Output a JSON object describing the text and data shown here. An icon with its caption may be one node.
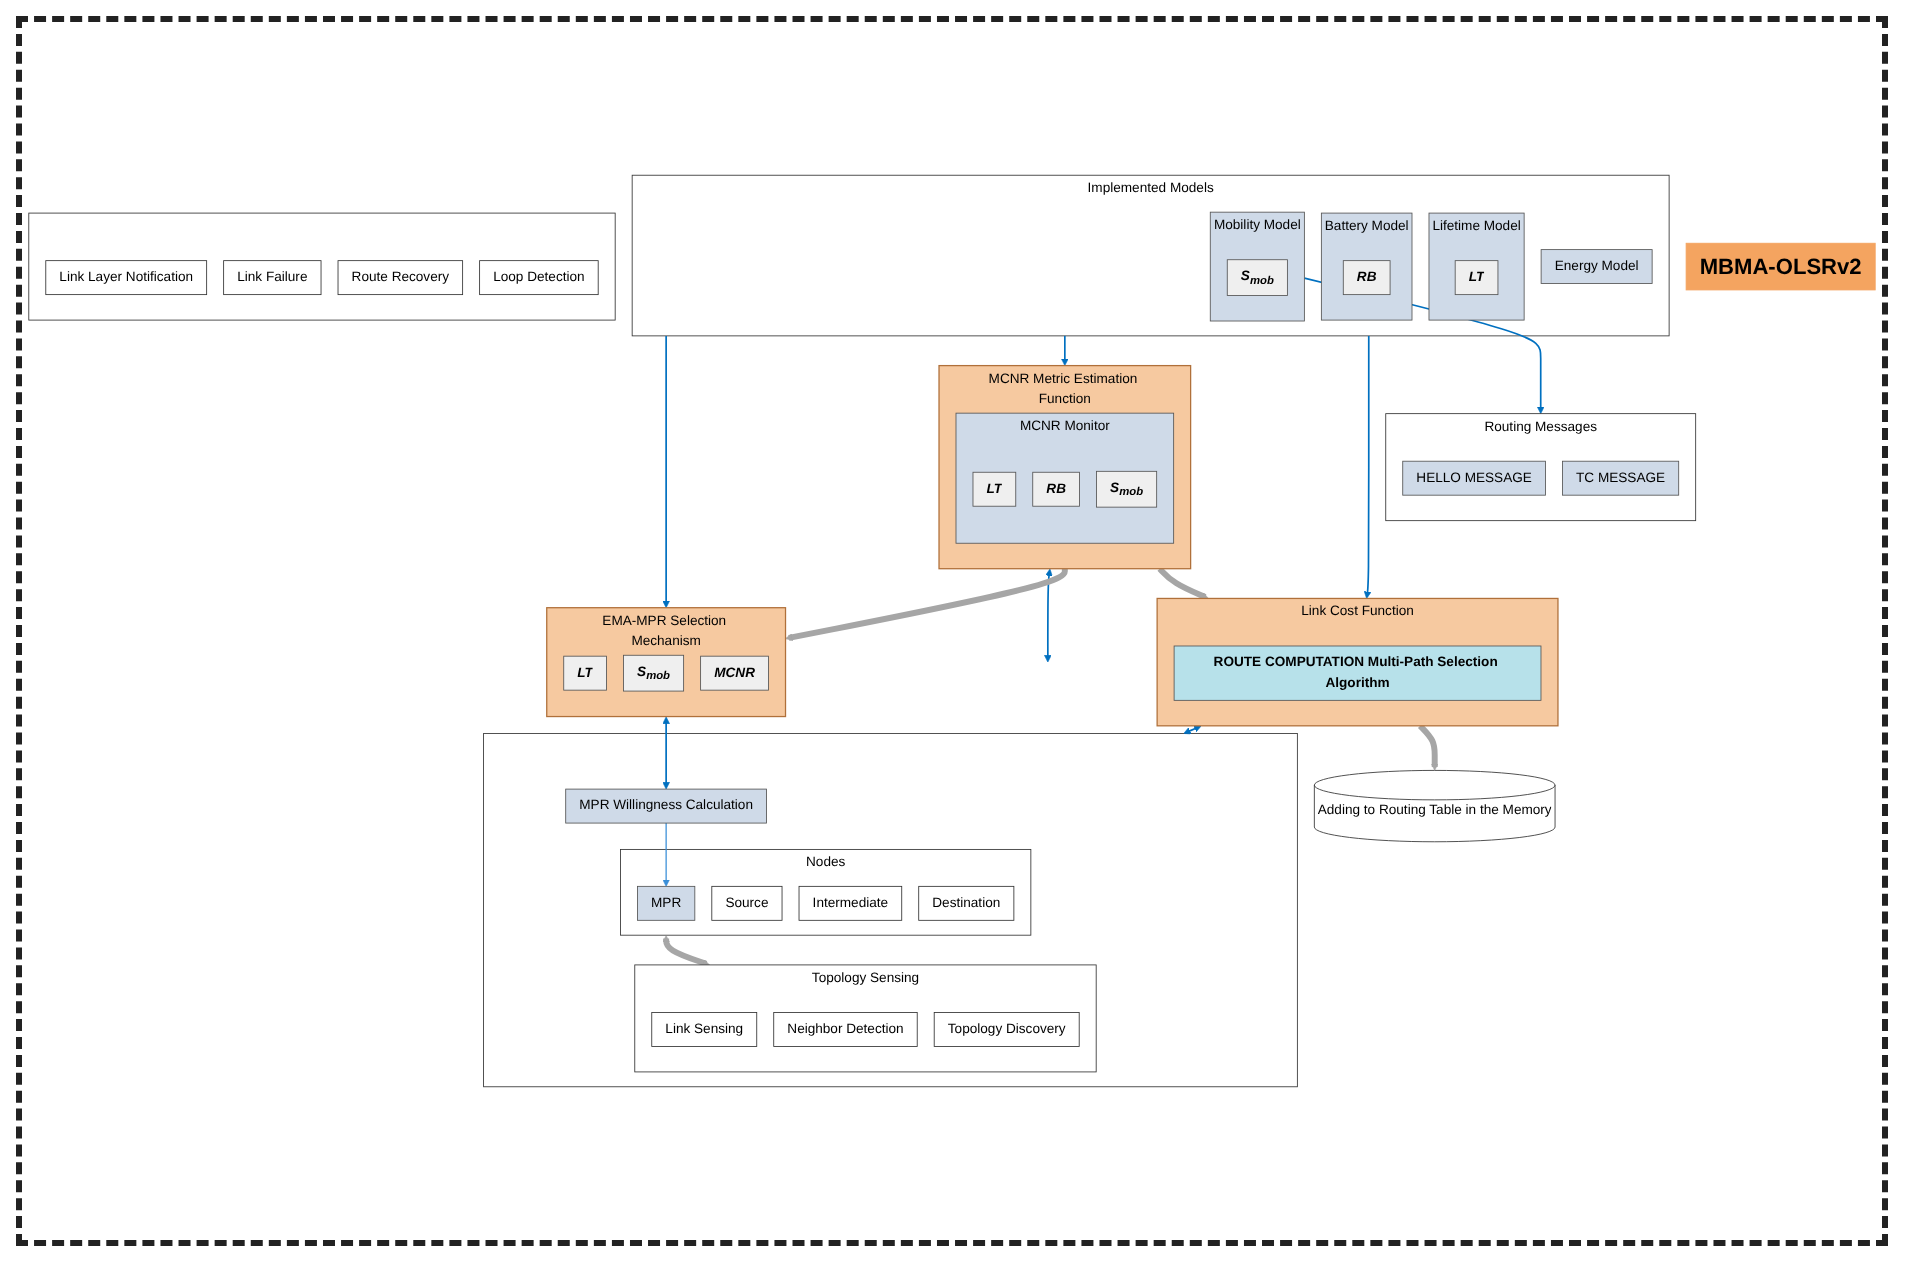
{
  "diagram": {
    "nodes": [
      {
        "text": [
          "EMA-MPR Selection Mechanism"
        ]
      },
      {
        "text": [
          "LT"
        ],
        "in": 0
      },
      {
        "text": [
          "S$_{mob}$"
        ],
        "in": 0
      },
      {
        "text": [
          "MCNR"
        ],
        "in": 0
      },
      {
        "text": [
          "MCNR Metric Estimation Function"
        ]
      },
      {
        "text": [
          "MCNR Monitor"
        ],
        "in": 4
      },
      {
        "text": [
          "LT"
        ],
        "in": 5
      },
      {
        "text": [
          "RB"
        ],
        "in": 5
      },
      {
        "text": [
          "S$_{mob}$"
        ],
        "in": 5
      },
      {
        "text": [
          "Link Cost Function"
        ]
      },
      {
        "text": [
          "ROUTE COMPUTATION Multi-Path Selection Algorithm"
        ],
        "in": 9
      },
      {
        "text": [
          "Adding to Routing Table in the Memory"
        ]
      },
      {
        "text": [
          "Implemented Models"
        ]
      },
      {
        "text": [
          "Lifetime Model"
        ],
        "in": 12
      },
      {
        "text": [
          "LT"
        ],
        "in": 13
      },
      {
        "text": [
          "Energy Model"
        ],
        "in": 12
      },
      {
        "text": [
          "Battery Model"
        ],
        "in": 12
      },
      {
        "text": [
          "RB"
        ],
        "in": 16
      },
      {
        "text": [
          "Mobility Model"
        ],
        "in": 12
      },
      {
        "text": [
          "S$_{mob}$"
        ],
        "in": 18
      },
      {
        "text": [],
        "shape": "box"
      },
      {
        "text": [
          "MPR Willingness Calculation"
        ],
        "in": 20
      },
      {
        "text": [
          "Nodes"
        ],
        "in": 20
      },
      {
        "text": [
          "MPR"
        ],
        "in": 22
      },
      {
        "text": [
          "Source"
        ],
        "in": 22
      },
      {
        "text": [
          "Intermediate"
        ],
        "in": 22
      },
      {
        "text": [
          "Destination"
        ],
        "in": 22
      },
      {
        "text": [
          "Topology Sensing"
        ],
        "in": 20
      },
      {
        "text": [
          "Link Sensing"
        ],
        "in": 27
      },
      {
        "text": [
          "Neighbor Detection"
        ],
        "in": 27
      },
      {
        "text": [
          "Topology Discovery"
        ],
        "in": 27
      },
      {
        "text": [
          "Routing Messages"
        ]
      },
      {
        "text": [
          "HELLO MESSAGE"
        ],
        "in": 31
      },
      {
        "text": [
          "TC MESSAGE"
        ],
        "in": 31
      },
      {
        "text": [],
        "shape": "box"
      },
      {
        "text": [
          "Link Layer Notification"
        ],
        "in": 34
      },
      {
        "text": [
          "Link Failure"
        ],
        "in": 34
      },
      {
        "text": [
          "Route Recovery"
        ],
        "in": 34
      },
      {
        "text": [
          "Loop Detection"
        ],
        "in": 34
      },
      {
        "text": [
          "MBMA-OLSRv2"
        ]
      }
    ],
    "edges": [
      {
        "from": 12,
        "to": 0,
        "arrow": "to"
      },
      {
        "from": 12,
        "to": 4,
        "arrow": "to"
      },
      {
        "from": 12,
        "to": 9,
        "arrow": "to"
      },
      {
        "from": 0,
        "to": 21,
        "arrow": "both"
      },
      {
        "from": 4,
        "to": 20,
        "arrow": "both"
      },
      {
        "from": 9,
        "to": 20,
        "arrow": "both"
      },
      {
        "from": 18,
        "to": 31,
        "arrow": "to"
      },
      {
        "from": 21,
        "to": 23,
        "arrow": "to",
        "color": "#3a8fd8"
      },
      {
        "from": 4,
        "to": 0,
        "arrow": "to",
        "style": "thick",
        "color": "#a6a6a6"
      },
      {
        "from": 4,
        "to": 9,
        "arrow": "to",
        "style": "thick",
        "color": "#a6a6a6"
      },
      {
        "from": 9,
        "to": 11,
        "arrow": "to",
        "style": "thick",
        "color": "#a6a6a6"
      },
      {
        "from": 22,
        "to": 27,
        "arrow": "both",
        "style": "thick",
        "color": "#a6a6a6"
      }
    ]
  }
}
